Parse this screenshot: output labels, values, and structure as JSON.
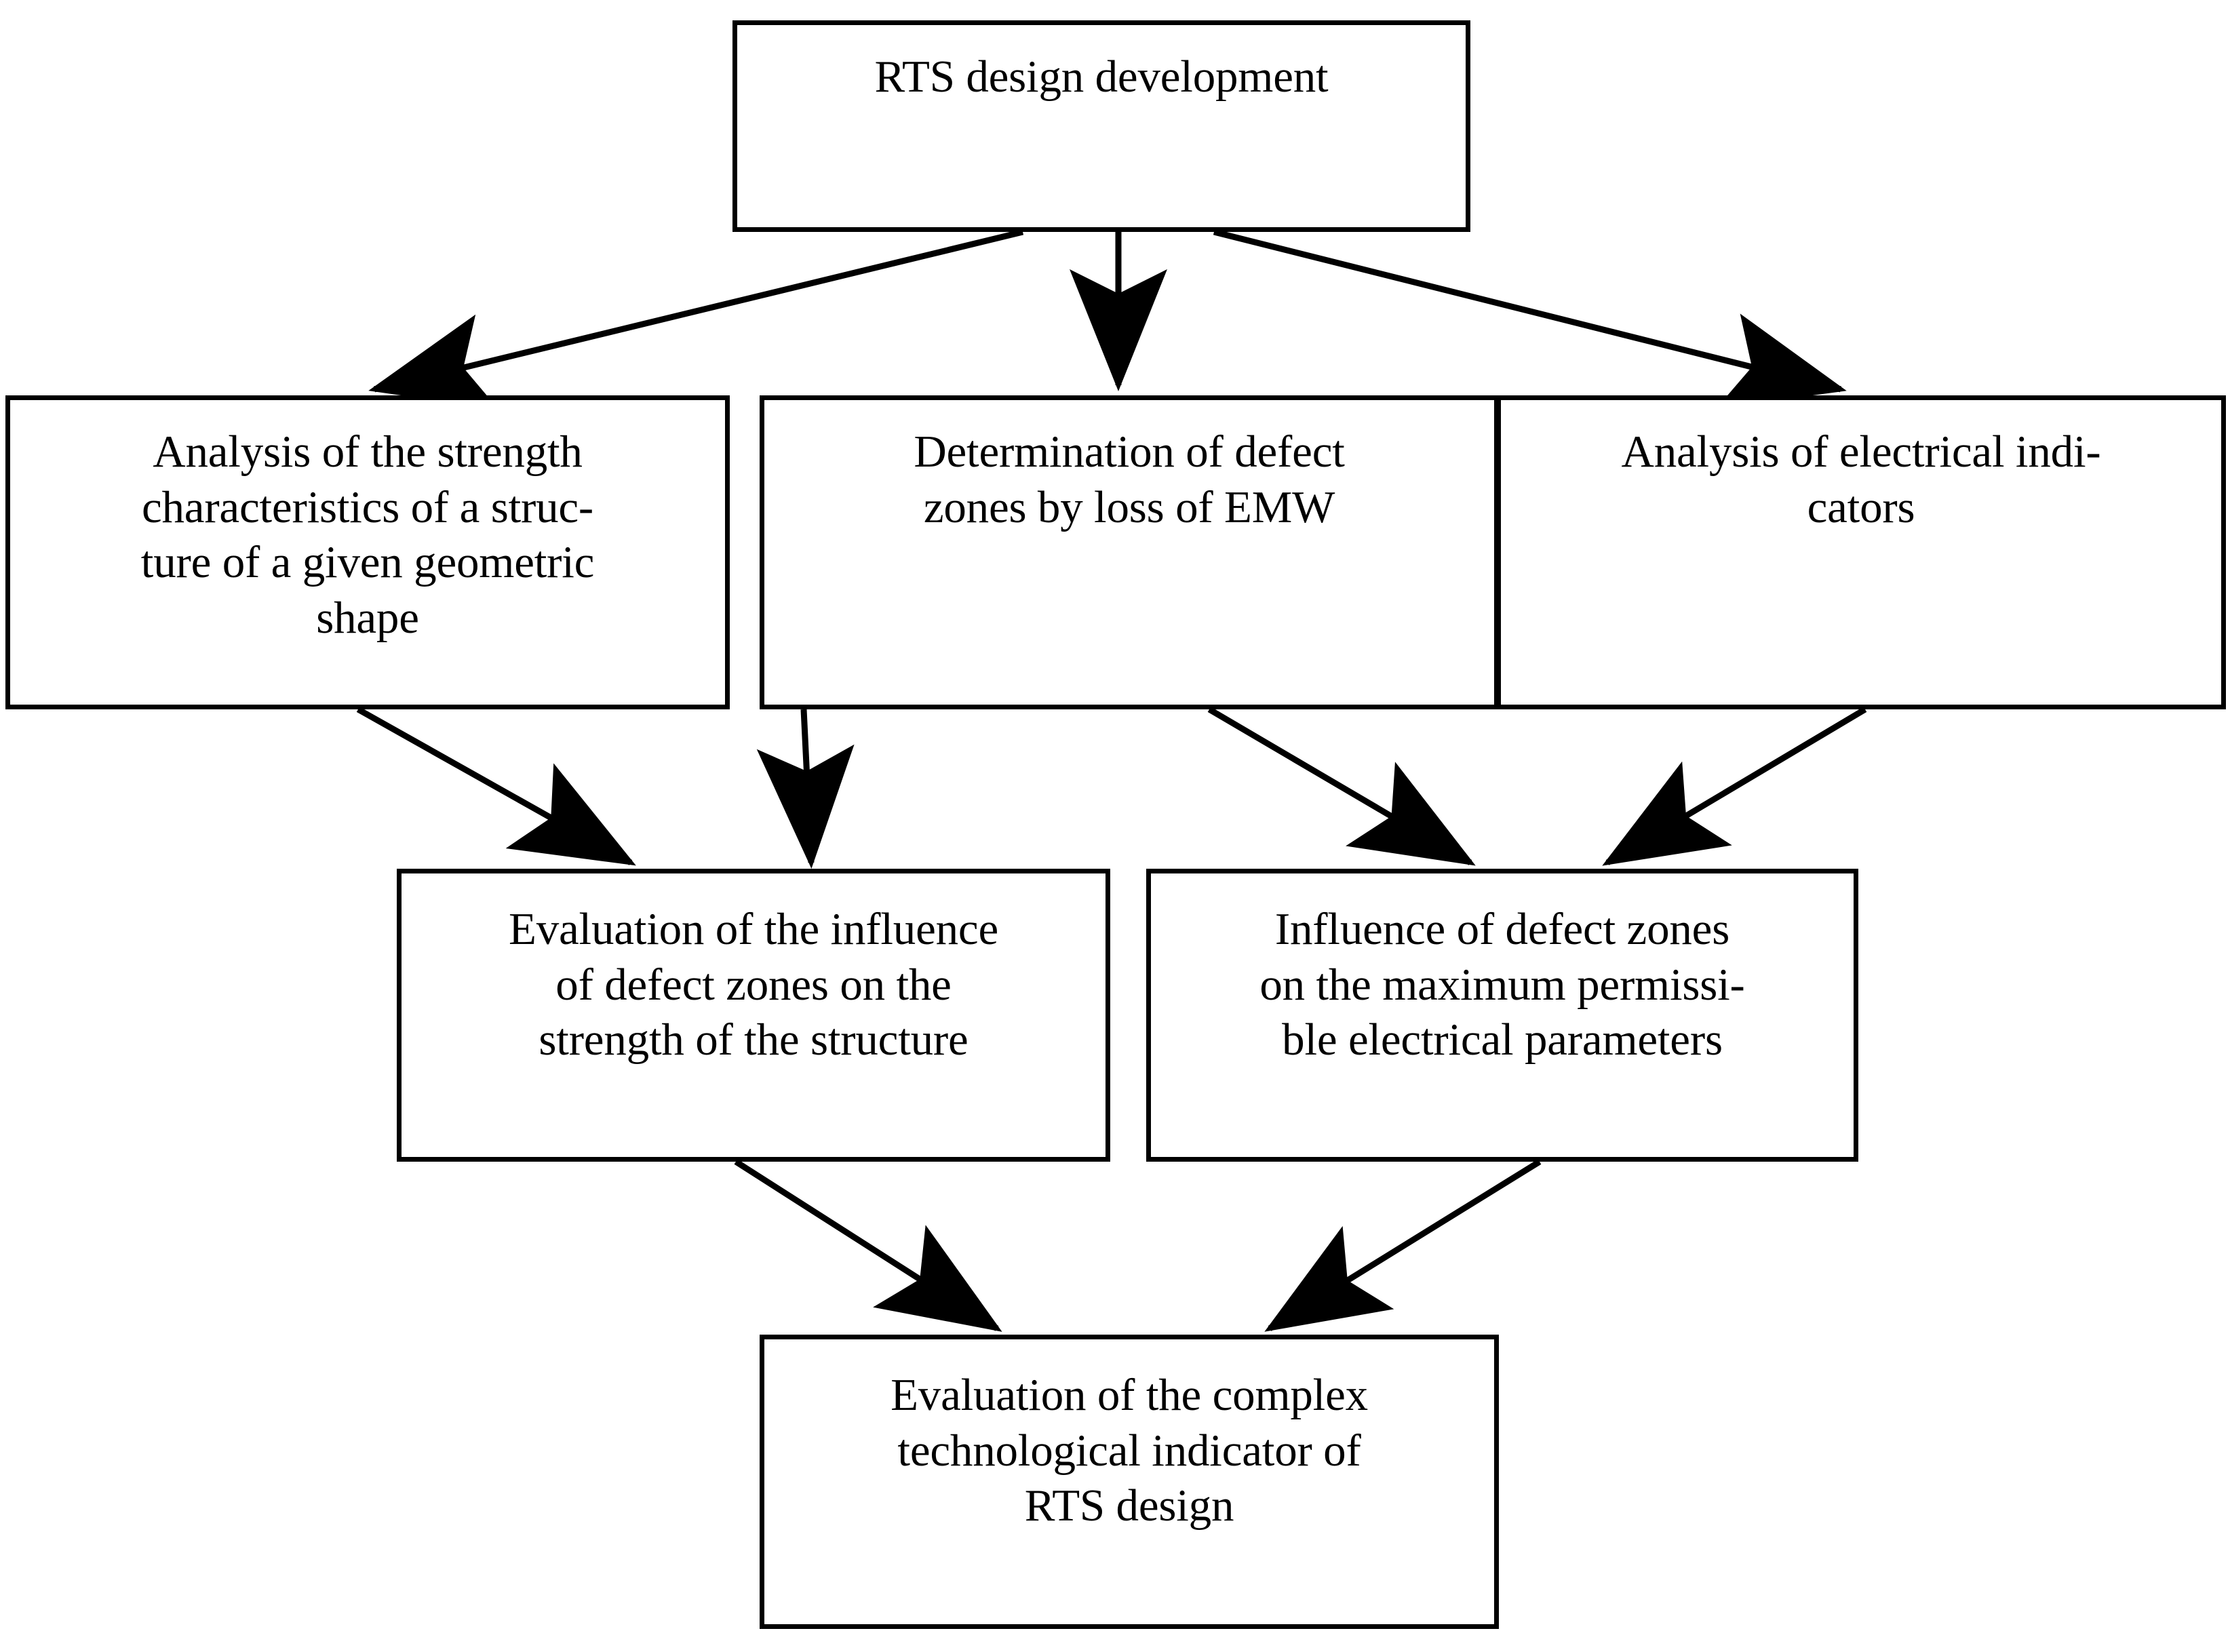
{
  "diagram": {
    "type": "flowchart",
    "orientation": "top-down",
    "line_color": "#000000",
    "box_fill": "#ffffff",
    "text_color": "#000000",
    "nodes": {
      "root": {
        "id": "root",
        "label": "RTS design development",
        "row": 1
      },
      "strength": {
        "id": "strength",
        "label": "Analysis of the strength\ncharacteristics of a struc-\nture of a given geometric\nshape",
        "row": 2
      },
      "defect": {
        "id": "defect",
        "label": "Determination of defect\nzones by loss of EMW",
        "row": 2
      },
      "electrical": {
        "id": "electrical",
        "label": "Analysis of electrical indi-\ncators",
        "row": 2
      },
      "eval_strength": {
        "id": "eval_strength",
        "label": "Evaluation of the influence\nof defect zones on the\nstrength of the structure",
        "row": 3
      },
      "influence": {
        "id": "influence",
        "label": "Influence of defect zones\non the maximum permissi-\nble electrical parameters",
        "row": 3
      },
      "complex": {
        "id": "complex",
        "label": "Evaluation of the complex\ntechnological indicator of\nRTS design",
        "row": 4
      }
    },
    "edges": [
      {
        "from": "root",
        "to": "strength"
      },
      {
        "from": "root",
        "to": "defect"
      },
      {
        "from": "root",
        "to": "electrical"
      },
      {
        "from": "strength",
        "to": "eval_strength"
      },
      {
        "from": "defect",
        "to": "eval_strength"
      },
      {
        "from": "defect",
        "to": "influence"
      },
      {
        "from": "electrical",
        "to": "influence"
      },
      {
        "from": "eval_strength",
        "to": "complex"
      },
      {
        "from": "influence",
        "to": "complex"
      }
    ]
  }
}
